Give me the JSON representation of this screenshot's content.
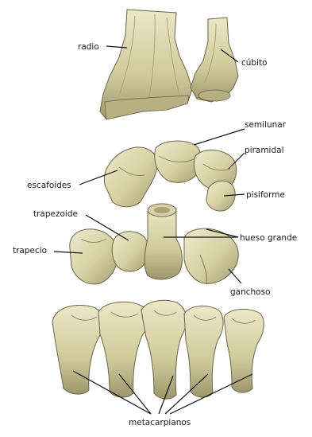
{
  "labels": {
    "radio": "radio",
    "cubito": "cúbito",
    "semilunar": "semilunar",
    "piramidal": "piramidal",
    "escafoides": "escafoides",
    "pisiforme": "pisiforme",
    "trapezoide": "trapezoide",
    "trapecio": "trapecio",
    "hueso_grande": "hueso grande",
    "ganchoso": "ganchoso",
    "metacarpianos": "metacarpianos"
  },
  "colors": {
    "bone_light": "#e8e3bf",
    "bone_mid": "#d2cc9e",
    "bone_dark": "#a59f72",
    "shadow": "#7d7752",
    "background": "#ffffff"
  }
}
